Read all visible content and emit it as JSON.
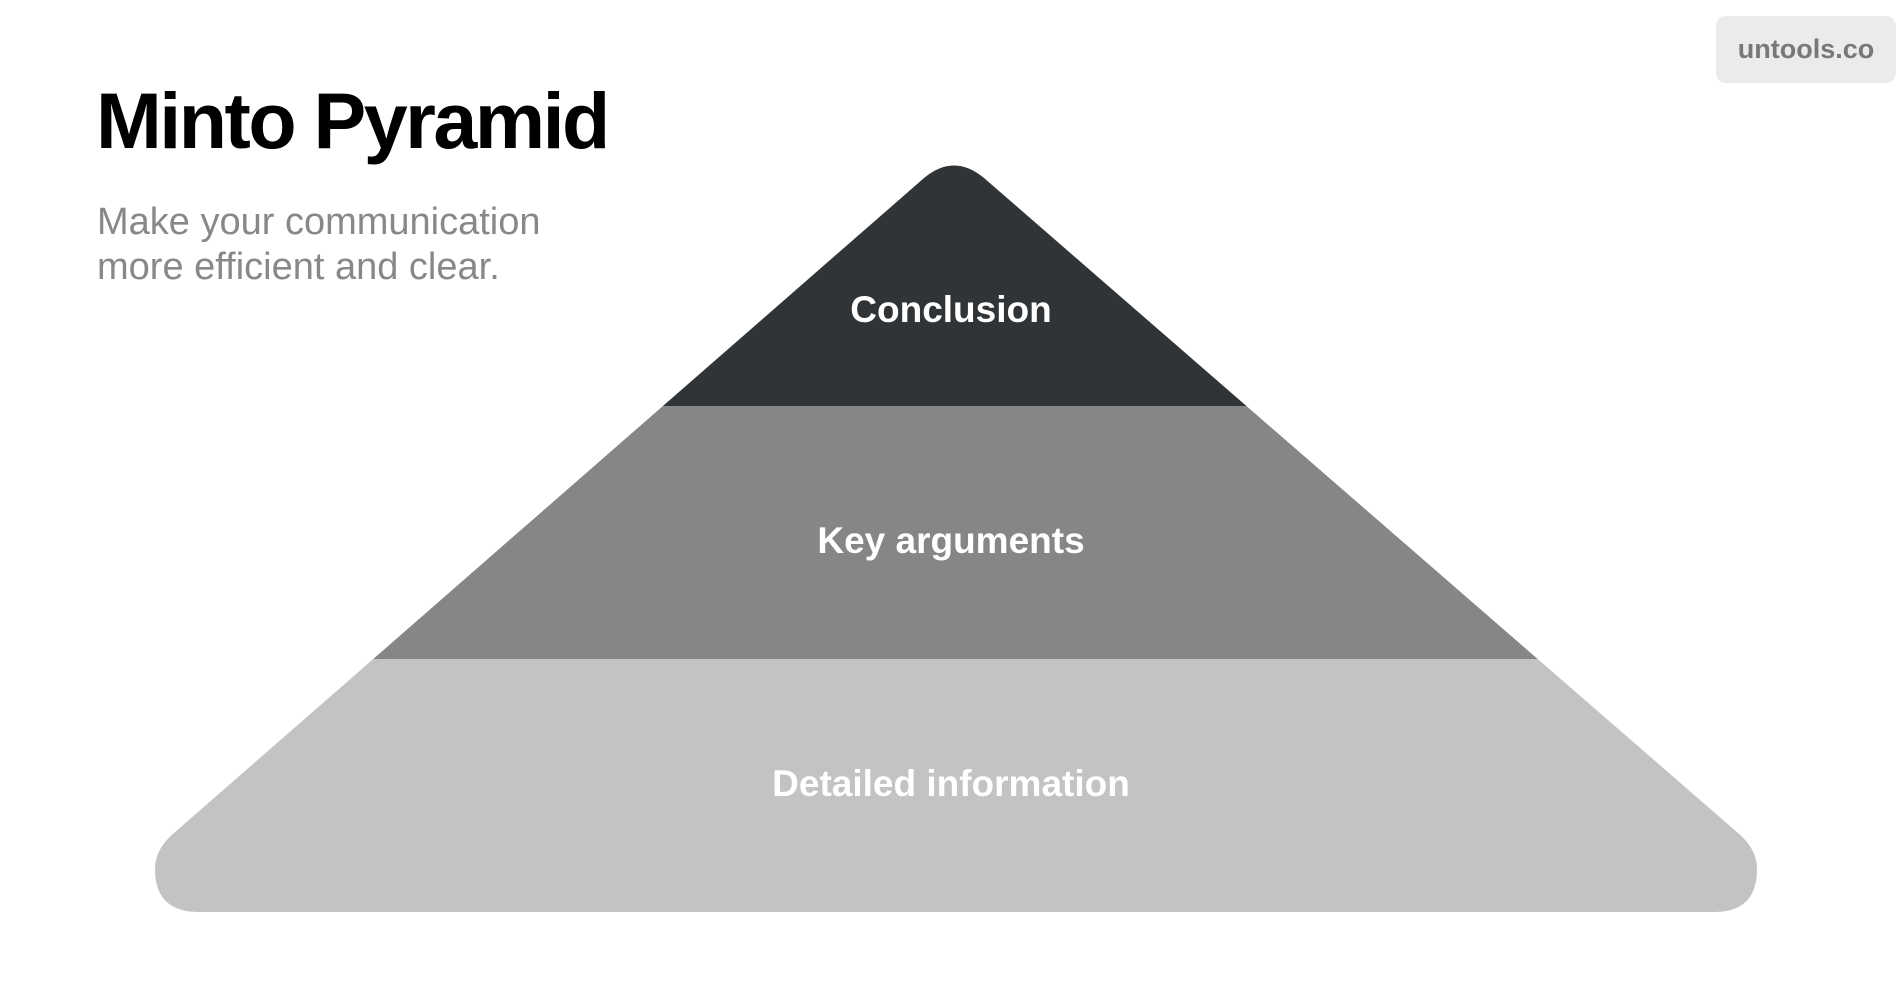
{
  "header": {
    "title": "Minto Pyramid",
    "subtitle_line1": "Make your communication",
    "subtitle_line2": "more efficient and clear."
  },
  "brand": {
    "label": "untools.co"
  },
  "pyramid": {
    "tiers": [
      {
        "label": "Conclusion",
        "color": "#313437"
      },
      {
        "label": "Key arguments",
        "color": "#858688"
      },
      {
        "label": "Detailed information",
        "color": "#c2c3c4"
      }
    ]
  }
}
